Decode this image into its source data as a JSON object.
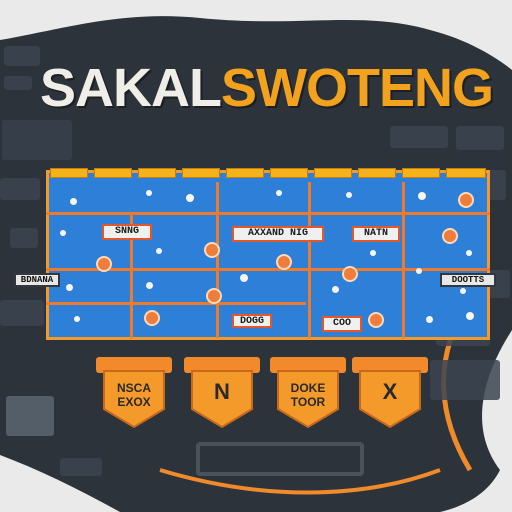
{
  "banner": {
    "title_part1": "SAKAL",
    "title_part2": "SWOTENG"
  },
  "board": {
    "labels": [
      "SNNG",
      "AXXAND NIG",
      "NATN",
      "DOGG",
      "COO"
    ],
    "side_labels": [
      "BDNANA",
      "DOOTTS"
    ]
  },
  "cards": [
    {
      "text": "NSCA EXOX"
    },
    {
      "text": "N"
    },
    {
      "text": "DOKE TOOR"
    },
    {
      "text": "X"
    }
  ],
  "colors": {
    "accent_orange": "#f28a2b",
    "board_blue": "#2e7fd8",
    "title_yellow": "#f2a21c",
    "dark_panel": "#2d333b"
  }
}
